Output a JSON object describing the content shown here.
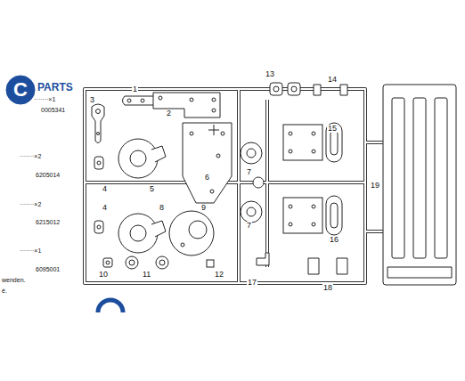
{
  "diagram": {
    "nodes": [
      {
        "text": [
          "C"
        ]
      }
    ],
    "labels": [
      "PARTS",
      "·······×1",
      "0005341",
      "·······×2",
      "6205014",
      "·······×2",
      "6215012",
      "·······×1",
      "6095001",
      "wenden.",
      "é.",
      "1",
      "2",
      "3",
      "4",
      "5",
      "6",
      "7",
      "4",
      "8",
      "9",
      "7",
      "10",
      "11",
      "12",
      "13",
      "14",
      "15",
      "16",
      "17",
      "18",
      "19"
    ]
  }
}
